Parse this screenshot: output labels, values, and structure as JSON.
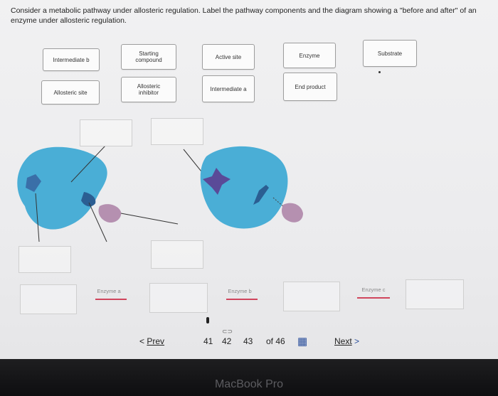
{
  "question": {
    "text": "Consider a metabolic pathway under allosteric regulation. Label the pathway components and the diagram showing a \"before and after\" of an enzyme under allosteric regulation."
  },
  "labels": {
    "intermediate_b": "Intermediate b",
    "starting_compound": "Starting compound",
    "active_site": "Active site",
    "enzyme": "Enzyme",
    "substrate": "Substrate",
    "allosteric_site": "Allosteric site",
    "allosteric_inhibitor": "Allosteric inhibitor",
    "intermediate_a": "Intermediate a",
    "end_product": "End product"
  },
  "pathway": {
    "enzyme_a": "Enzyme a",
    "enzyme_b": "Enzyme b",
    "enzyme_c": "Enzyme c"
  },
  "navigation": {
    "prev": "Prev",
    "pages": [
      "41",
      "42",
      "43"
    ],
    "current_page": "42",
    "of_total": "of 46",
    "next": "Next"
  },
  "device": {
    "brand": "MacBook Pro"
  },
  "colors": {
    "enzyme": "#4aaed6",
    "inhibitor": "#5a4a98",
    "pathway_arrow": "#d0455c"
  }
}
